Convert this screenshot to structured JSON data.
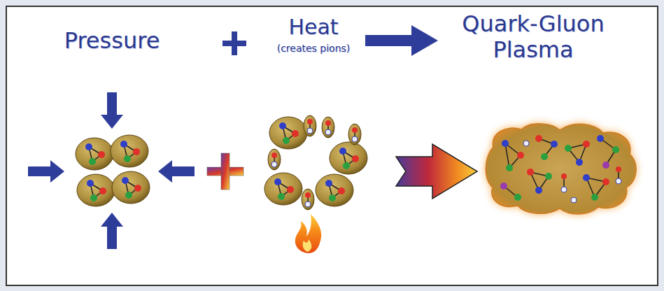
{
  "diagram": {
    "labels": [
      "Pressure",
      "Heat",
      "(creates pions)",
      "Quark-Gluon Plasma"
    ]
  }
}
